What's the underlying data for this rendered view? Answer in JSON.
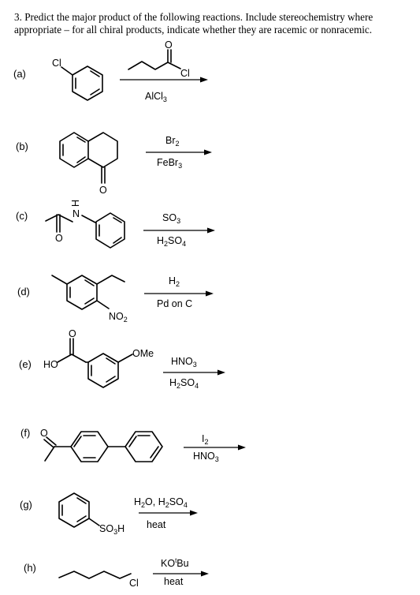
{
  "question": {
    "number": "3.",
    "text": "Predict the major product of the following reactions.  Include stereochemistry where appropriate – for all chiral products, indicate whether they are racemic or nonracemic."
  },
  "reactions": [
    {
      "label": "(a)",
      "substrate_atoms": [
        "Cl"
      ],
      "reagent_atoms": [
        "O",
        "Cl"
      ],
      "reagent_below": {
        "main": "AlCl",
        "sub": "3"
      }
    },
    {
      "label": "(b)",
      "substrate_atoms": [
        "O"
      ],
      "reagent_above": {
        "main": "Br",
        "sub": "2"
      },
      "reagent_below": {
        "main": "FeBr",
        "sub": "3"
      }
    },
    {
      "label": "(c)",
      "substrate_atoms": [
        "H",
        "N",
        "O"
      ],
      "reagent_above": {
        "main": "SO",
        "sub": "3"
      },
      "reagent_below": {
        "pre": "H",
        "sub1": "2",
        "main": "SO",
        "sub": "4"
      }
    },
    {
      "label": "(d)",
      "substrate_atoms": [
        "NO2"
      ],
      "reagent_above": {
        "main": "H",
        "sub": "2"
      },
      "reagent_below_text": "Pd on C"
    },
    {
      "label": "(e)",
      "substrate_atoms": [
        "HO",
        "O",
        "OMe"
      ],
      "reagent_above": {
        "main": "HNO",
        "sub": "3"
      },
      "reagent_below": {
        "pre": "H",
        "sub1": "2",
        "main": "SO",
        "sub": "4"
      }
    },
    {
      "label": "(f)",
      "substrate_atoms": [
        "O"
      ],
      "reagent_above": {
        "main": "I",
        "sub": "2"
      },
      "reagent_below": {
        "main": "HNO",
        "sub": "3"
      }
    },
    {
      "label": "(g)",
      "substrate_atoms": [
        "SO3H"
      ],
      "reagent_above_text": "H₂O, H₂SO₄",
      "reagent_below_text": "heat"
    },
    {
      "label": "(h)",
      "substrate_atoms": [
        "Cl"
      ],
      "reagent_above_sup": {
        "pre": "KO",
        "sup": "t",
        "post": "Bu"
      },
      "reagent_below_text": "heat"
    }
  ]
}
